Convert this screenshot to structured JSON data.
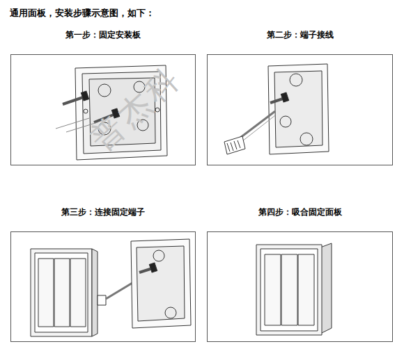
{
  "diagram": {
    "title": "通用面板，安装步骤示意图，如下：",
    "nodes": [
      {
        "text": [
          "第一步：固定安装板"
        ]
      },
      {
        "text": [
          "第二步：端子接线"
        ]
      },
      {
        "text": [
          "第三步：连接固定端子"
        ]
      },
      {
        "text": [
          "第四步：吸合固定面板"
        ]
      }
    ],
    "labels": [
      "普杰科"
    ]
  }
}
